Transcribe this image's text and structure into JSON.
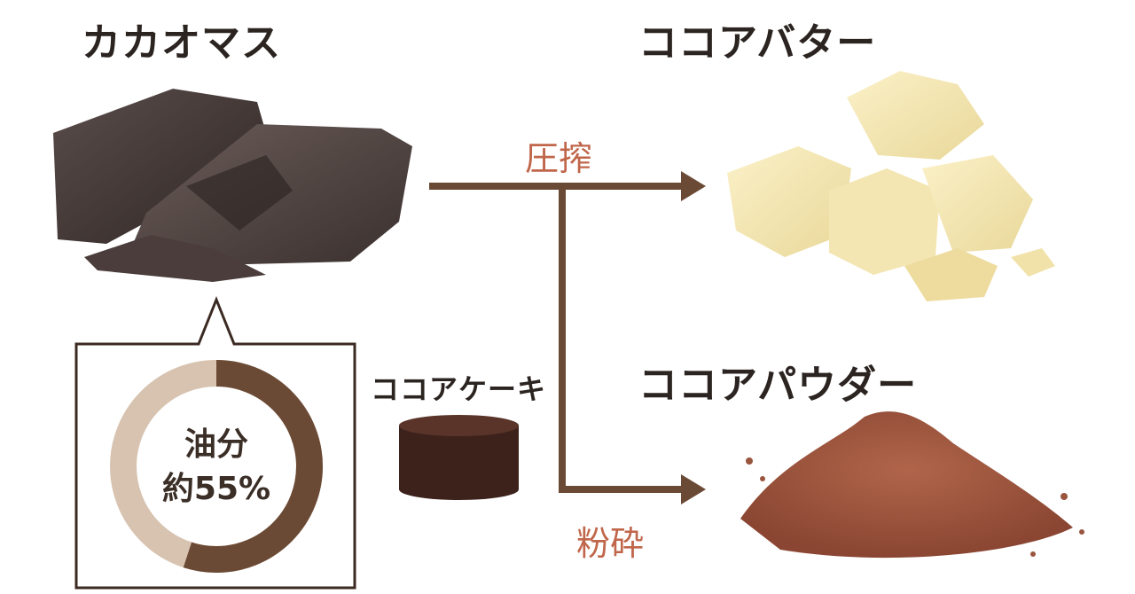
{
  "nodes": {
    "cacao_mass": "カカオマス",
    "cocoa_butter": "ココアバター",
    "cocoa_powder": "ココアパウダー",
    "cocoa_cake": "ココアケーキ"
  },
  "arrows": {
    "press": "圧搾",
    "grind": "粉砕"
  },
  "oil_content": {
    "label": "油分",
    "value_text": "約55%",
    "percent": 55
  },
  "colors": {
    "arrow": "#6b4a35",
    "arrow_label": "#c0664a",
    "ring_main": "#6b4a35",
    "ring_rest": "#d7c3b0",
    "cake": "#3d221b",
    "box_border": "#3b2a22"
  }
}
